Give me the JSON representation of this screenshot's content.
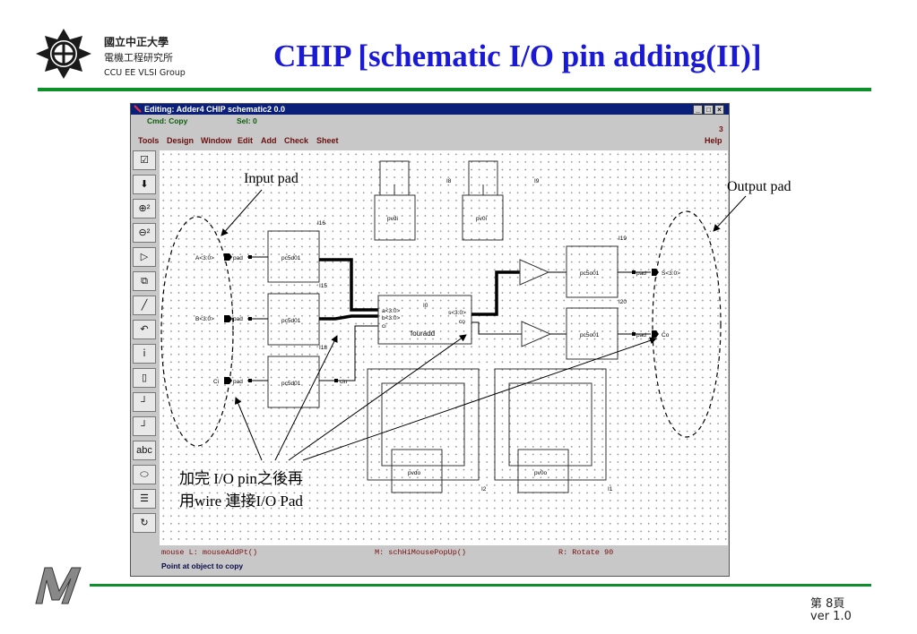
{
  "header": {
    "institution_line1": "國立中正大學",
    "institution_line2": "電機工程研究所",
    "institution_line3": "CCU EE VLSI Group",
    "title": "CHIP [schematic I/O pin adding(II)]"
  },
  "window": {
    "title": "Editing: Adder4 CHIP schematic2 0.0",
    "cmd_label": "Cmd: Copy",
    "sel_label": "Sel: 0",
    "count": "3",
    "controls": [
      "_",
      "□",
      "×"
    ],
    "menus": [
      "Tools",
      "Design",
      "Window",
      "Edit",
      "Add",
      "Check",
      "Sheet"
    ],
    "help": "Help",
    "tools": [
      "check-icon",
      "save-icon",
      "zoom-in-icon",
      "zoom-out-icon",
      "stretch-icon",
      "copy-icon",
      "wire-icon",
      "undo-icon",
      "property-icon",
      "instance-icon",
      "pin-icon",
      "create-pin-icon",
      "label-icon",
      "io-pin-icon",
      "sheet-icon",
      "rotate-icon"
    ],
    "status": {
      "left": "mouse L: mouseAddPt()",
      "middle": "M: schHiMousePopUp()",
      "right": "R: Rotate 90",
      "prompt": "Point at object to copy"
    }
  },
  "schematic": {
    "pins_in": [
      "A<3:0>",
      "B<3:0>",
      "Ci"
    ],
    "pins_out": [
      "S<3:0>",
      "Co"
    ],
    "pad_label": "pad",
    "cells": {
      "pc5d01": "pc5d01",
      "pc5o01": "pc5o01",
      "pvdi": "pvdi",
      "pv0i": "pv0i",
      "pvdo": "pvdo",
      "pv0o": "pv0o",
      "fouradd": "fouradd"
    },
    "fouradd_ports": [
      "a<3:0>",
      "b<3:0>",
      "ci",
      "s<3:0>",
      "co"
    ],
    "instances": [
      "I16",
      "I15",
      "I18",
      "I0",
      "I8",
      "I9",
      "I19",
      "I20",
      "I2",
      "I1"
    ],
    "cin_label": "cin"
  },
  "annotations": {
    "input_pad": "Input pad",
    "output_pad": "Output pad",
    "note_line1": "加完 I/O pin之後再",
    "note_line2": "用wire 連接I/O Pad"
  },
  "footer": {
    "page_prefix": "第 ",
    "page_num": "8",
    "page_suffix": "頁",
    "version": "ver 1.0"
  },
  "colors": {
    "title_blue": "#1a1ad6",
    "rule_green": "#0d8f2a",
    "titlebar_navy": "#0a1f7a",
    "menu_maroon": "#6a0e0e"
  }
}
